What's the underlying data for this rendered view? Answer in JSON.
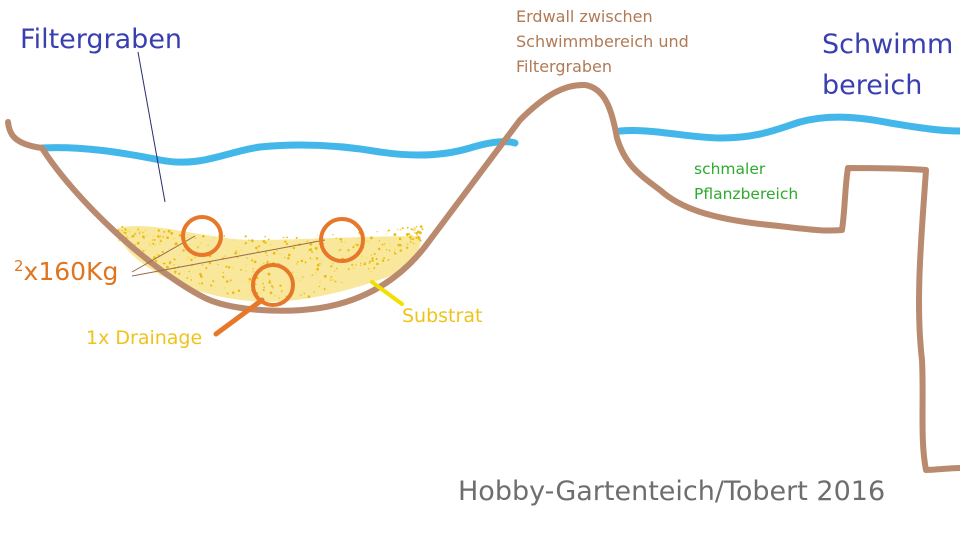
{
  "labels": {
    "filtergraben": "Filtergraben",
    "erdwall": [
      "Erdwall zwischen",
      "Schwimmbereich und",
      "Filtergraben"
    ],
    "schwimmbereich": [
      "Schwimm",
      "bereich"
    ],
    "pflanzbereich": [
      "schmaler",
      "Pflanzbereich"
    ],
    "weight_prefix": "2",
    "weight": "x160Kg",
    "drainage": "1x Drainage",
    "substrat": "Substrat",
    "credit": "Hobby-Gartenteich/Tobert 2016"
  },
  "colors": {
    "water": "#43b7ea",
    "earth": "#b98a6e",
    "substrate": "#efc31c",
    "pipe": "#e7782a",
    "title_blue": "#3a3fb0",
    "plant_green": "#2eaa2e",
    "credit_gray": "#6e6e6e"
  },
  "icons": {
    "pipes": "circle-outline",
    "substrate": "sand-speckle"
  },
  "counts": {
    "heavy_pipes": 2,
    "drainage_pipes": 1
  }
}
